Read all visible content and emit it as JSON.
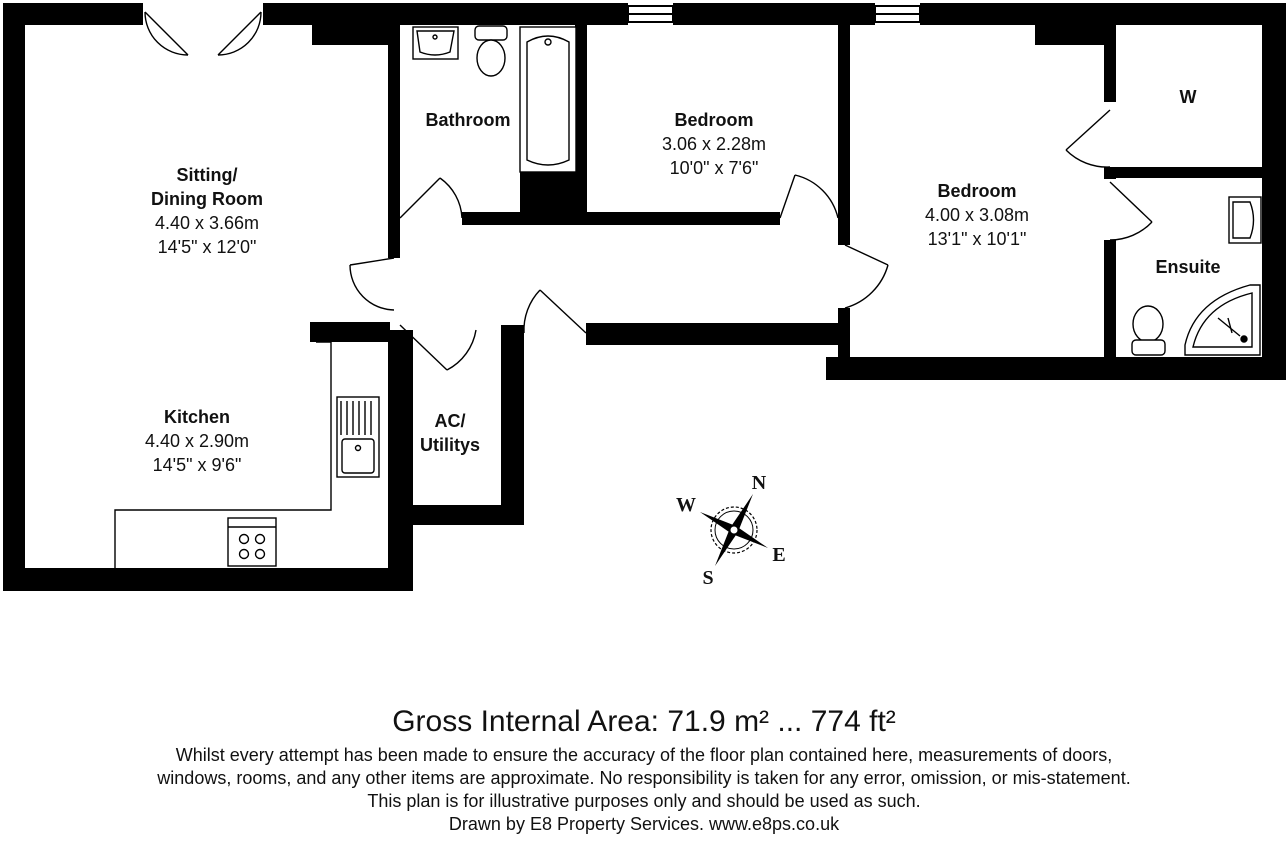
{
  "rooms": {
    "sitting": {
      "name1": "Sitting/",
      "name2": "Dining Room",
      "metric": "4.40 x 3.66m",
      "imperial": "14'5\" x 12'0\""
    },
    "bathroom": {
      "name": "Bathroom"
    },
    "bedroom1": {
      "name": "Bedroom",
      "metric": "3.06 x 2.28m",
      "imperial": "10'0\" x 7'6\""
    },
    "bedroom2": {
      "name": "Bedroom",
      "metric": "4.00 x 3.08m",
      "imperial": "13'1\" x 10'1\""
    },
    "wardrobe": {
      "name": "W"
    },
    "ensuite": {
      "name": "Ensuite"
    },
    "kitchen": {
      "name": "Kitchen",
      "metric": "4.40 x 2.90m",
      "imperial": "14'5\" x 9'6\""
    },
    "utility": {
      "name1": "AC/",
      "name2": "Utilitys"
    }
  },
  "compass": {
    "n": "N",
    "e": "E",
    "s": "S",
    "w": "W"
  },
  "footer": {
    "gross_area": "Gross Internal Area: 71.9 m² ... 774 ft²",
    "disclaimer_1": "Whilst every attempt has been made to ensure the accuracy of the floor plan contained here, measurements of doors,",
    "disclaimer_2": "windows, rooms, and any other items are approximate. No responsibility is taken for any error, omission, or mis-statement.",
    "disclaimer_3": "This plan is for illustrative purposes only and should be used as such.",
    "credit": "Drawn by E8 Property Services. www.e8ps.co.uk"
  }
}
